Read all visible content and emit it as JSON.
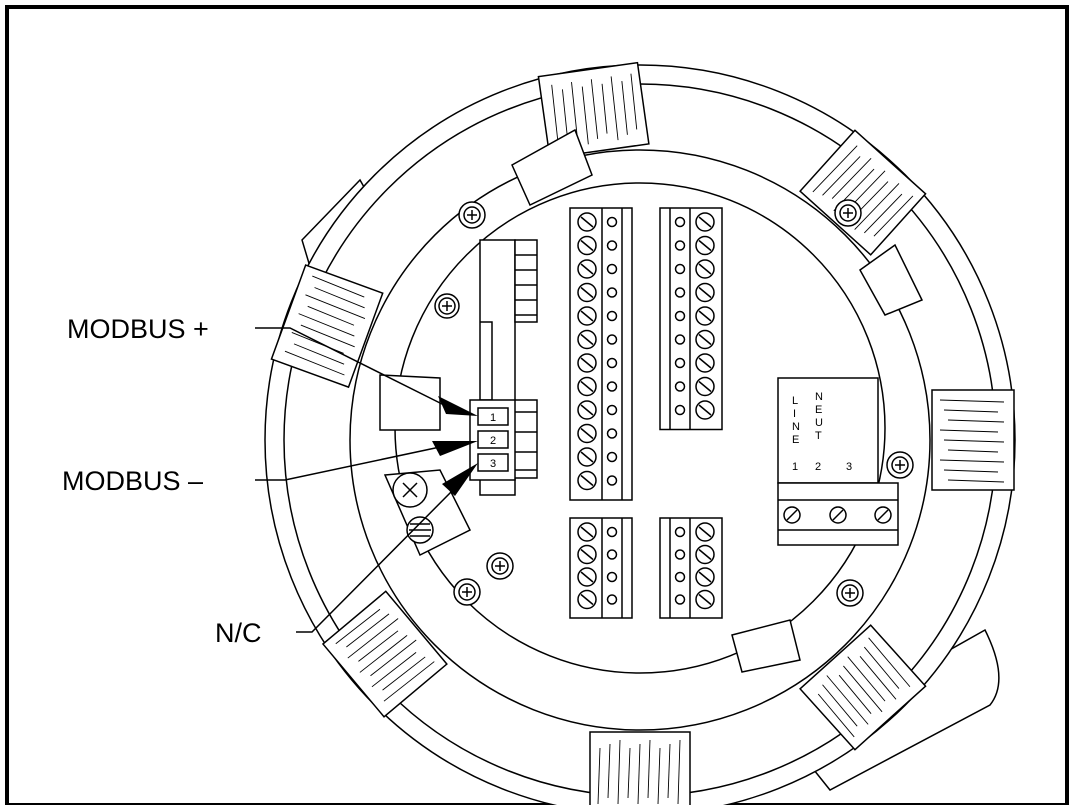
{
  "callouts": {
    "modbus_plus": "MODBUS +",
    "modbus_minus": "MODBUS –",
    "nc": "N/C"
  },
  "connector_pins": [
    "1",
    "2",
    "3"
  ],
  "power_block": {
    "line_letters": [
      "L",
      "I",
      "N",
      "E"
    ],
    "neut_letters": [
      "N",
      "E",
      "U",
      "T"
    ],
    "terminal_numbers": [
      "1",
      "2",
      "3"
    ]
  },
  "colors": {
    "ink": "#000000",
    "paper": "#ffffff"
  }
}
